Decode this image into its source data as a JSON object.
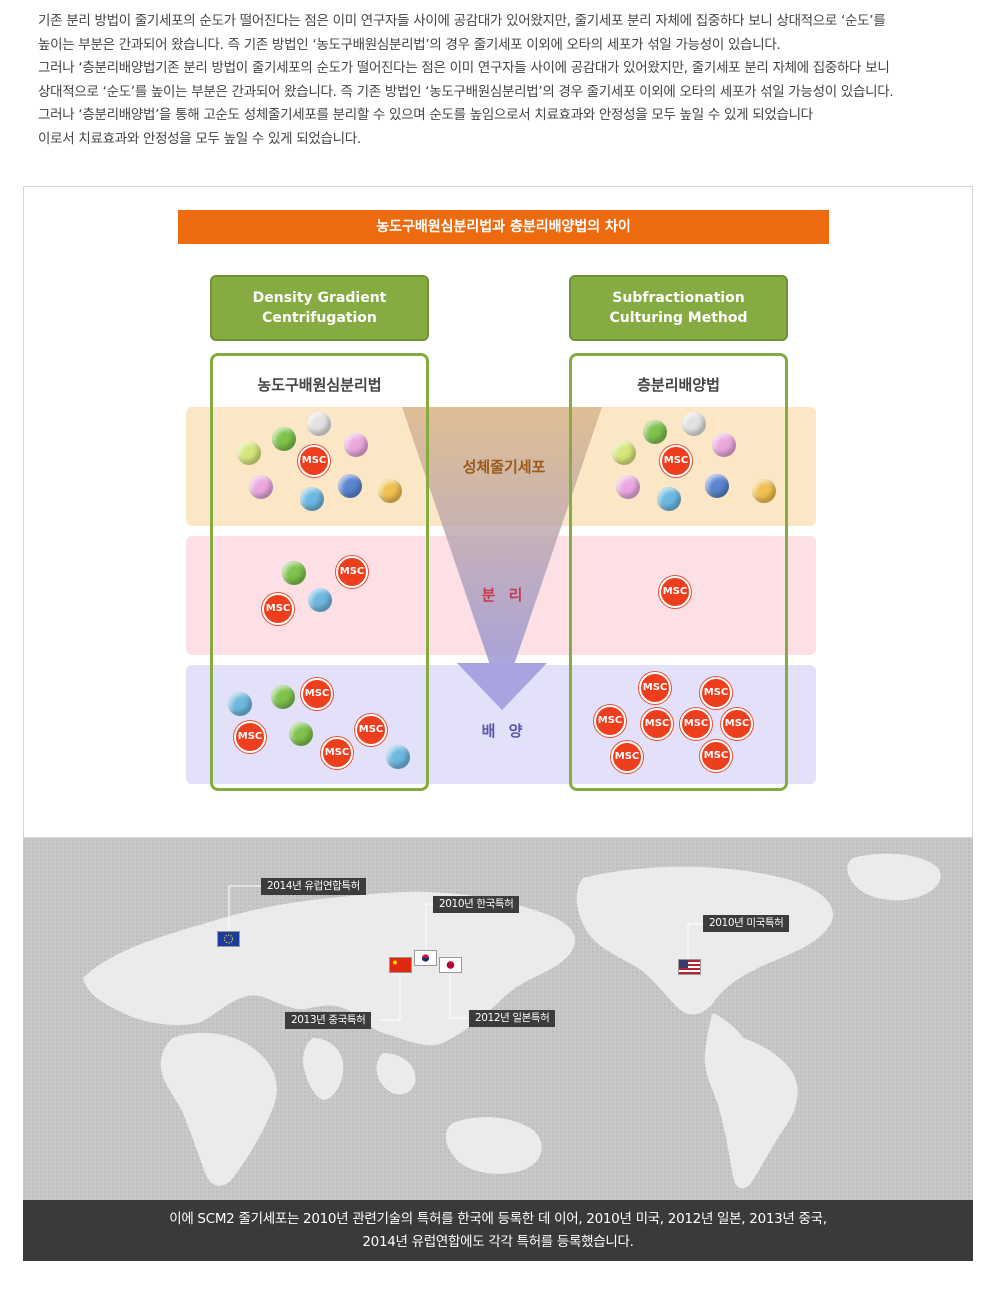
{
  "intro": {
    "lines": [
      "기존 분리 방법이 줄기세포의 순도가 떨어진다는 점은 이미 연구자들 사이에 공감대가 있어왔지만, 줄기세포 분리 자체에 집중하다 보니 상대적으로 ‘순도’를",
      "높이는 부분은 간과되어 왔습니다. 즉 기존 방법인 ‘농도구배원심분리법’의 경우 줄기세포 이외에 오타의 세포가 섞일 가능성이 있습니다.",
      "그러나 ‘층분리배양법기존 분리 방법이 줄기세포의 순도가 떨어진다는 점은 이미 연구자들 사이에 공감대가 있어왔지만, 줄기세포 분리 자체에 집중하다 보니",
      "상대적으로 ‘순도’를 높이는 부분은 간과되어 왔습니다. 즉 기존 방법인 ‘농도구배원심분리법’의 경우 줄기세포 이외에 오타의 세포가 섞일 가능성이 있습니다.",
      "그러나 ‘층분리배양법’을 통해 고순도 성체줄기세포를 분리할 수 있으며 순도를 높임으로서 치료효과와 안정성을 모두 높일 수 있게 되었습니다",
      "이로서 치료효과와 안정성을 모두 높일 수 있게 되었습니다."
    ]
  },
  "diagram": {
    "title": "농도구배원심분리법과 층분리배양법의 차이",
    "left_method_en": "Density Gradient\nCentrifugation",
    "right_method_en": "Subfractionation\nCulturing Method",
    "left_method_ko": "농도구배원심분리법",
    "right_method_ko": "층분리배양법",
    "stages": {
      "stage1": "성체줄기세포",
      "stage2": "분 리",
      "stage3": "배 양"
    },
    "msc_label": "MSC",
    "colors": {
      "title_bar": "#ee6a0f",
      "method_green": "#87ab43",
      "band1": "#fbe6c6",
      "band2": "#fde0e6",
      "band3": "#e3e0fa",
      "msc_red": "#ee3e1e"
    }
  },
  "map": {
    "patents": {
      "eu": "2014년 유럽연합특허",
      "kr": "2010년 한국특허",
      "us": "2010년 미국특허",
      "cn": "2013년 중국특허",
      "jp": "2012년 일본특허"
    }
  },
  "footer": {
    "line1": "이에 SCM2 줄기세포는 2010년 관련기술의 특허를 한국에 등록한 데 이어, 2010년 미국, 2012년 일본, 2013년 중국,",
    "line2": "2014년 유럽연합에도 각각 특허를 등록했습니다."
  }
}
